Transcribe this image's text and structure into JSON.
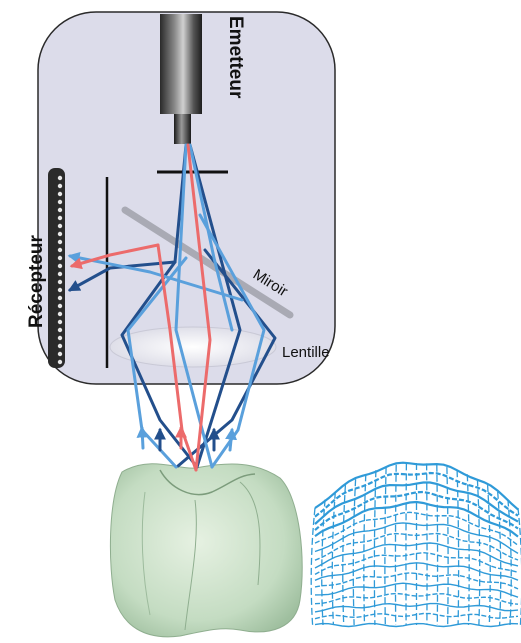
{
  "labels": {
    "emitter": "Emetteur",
    "receptor": "Récepteur",
    "mirror": "Miroir",
    "lens": "Lentille"
  },
  "colors": {
    "housing_fill": "#dcdcea",
    "housing_stroke": "#2a2a2a",
    "ray_dark_blue": "#234f8c",
    "ray_light_blue": "#5aa0dc",
    "ray_red": "#ec6b6b",
    "mirror": "#a9aab4",
    "lens": "#f2f2f7",
    "tooth": "#c9dfc7",
    "mesh": "#2f9ad8"
  }
}
